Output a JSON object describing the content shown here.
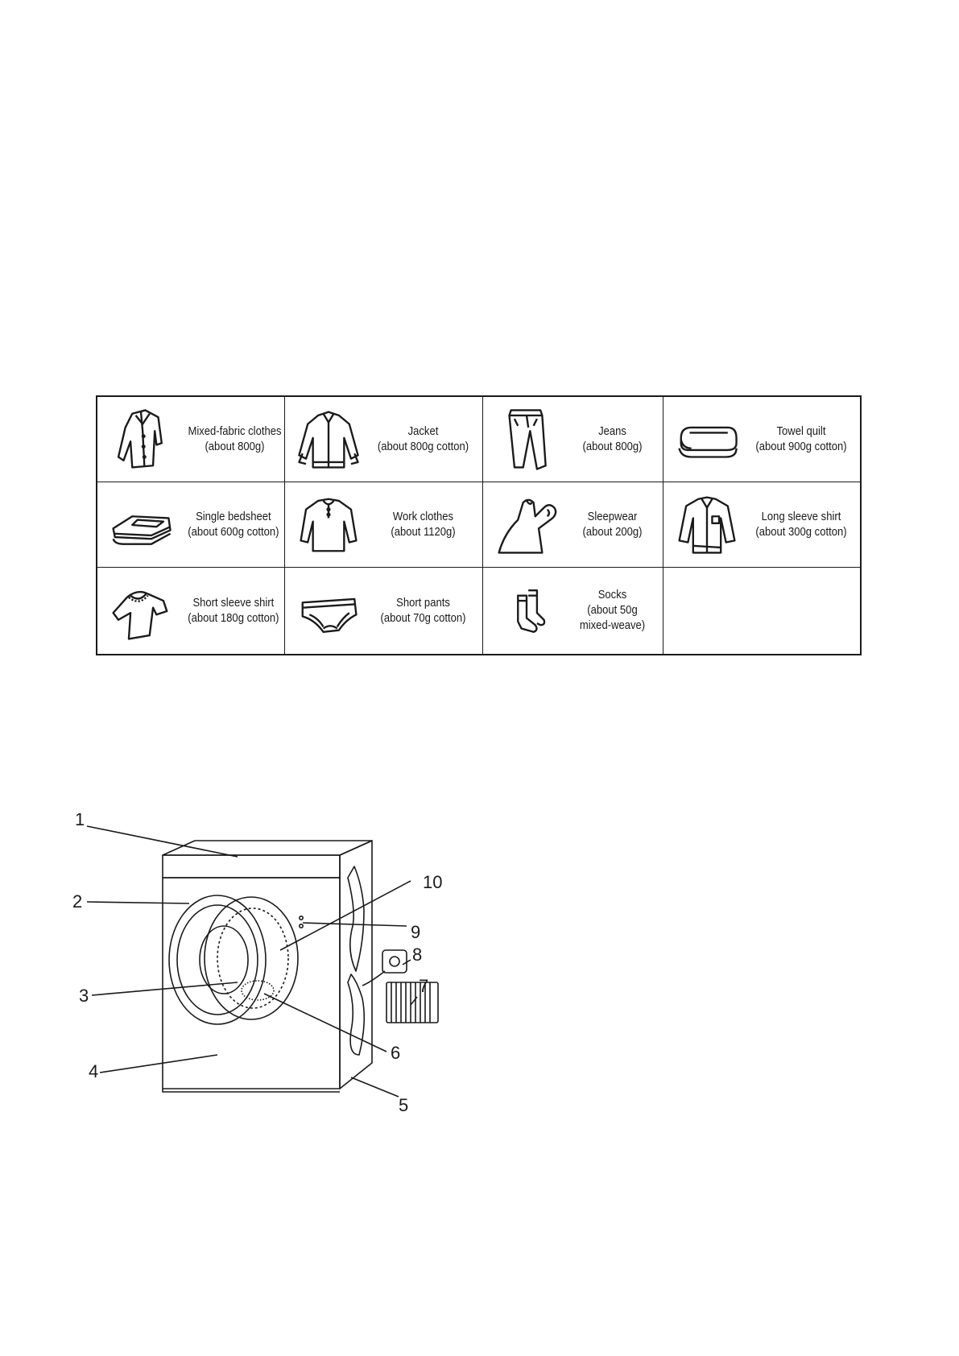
{
  "load_table": {
    "rows": [
      [
        {
          "icon": "mixed-fabric-clothes-icon",
          "lines": [
            "Mixed-fabric clothes",
            "(about 800g)"
          ]
        },
        {
          "icon": "jacket-icon",
          "lines": [
            "Jacket",
            "(about 800g cotton)"
          ]
        },
        {
          "icon": "jeans-icon",
          "lines": [
            "Jeans",
            "(about 800g)"
          ]
        },
        {
          "icon": "towel-quilt-icon",
          "lines": [
            "Towel quilt",
            "(about 900g cotton)"
          ]
        }
      ],
      [
        {
          "icon": "single-bedsheet-icon",
          "lines": [
            "Single bedsheet",
            "(about 600g cotton)"
          ]
        },
        {
          "icon": "work-clothes-icon",
          "lines": [
            "Work clothes",
            "(about 1120g)"
          ]
        },
        {
          "icon": "sleepwear-icon",
          "lines": [
            "Sleepwear",
            "(about 200g)"
          ]
        },
        {
          "icon": "long-sleeve-shirt-icon",
          "lines": [
            "Long sleeve shirt",
            "(about 300g cotton)"
          ]
        }
      ],
      [
        {
          "icon": "short-sleeve-shirt-icon",
          "lines": [
            "Short sleeve shirt",
            "(about 180g cotton)"
          ]
        },
        {
          "icon": "short-pants-icon",
          "lines": [
            "Short pants",
            "(about 70g cotton)"
          ]
        },
        {
          "icon": "socks-icon",
          "lines": [
            "Socks",
            "(about 50g",
            "mixed-weave)"
          ]
        },
        {
          "icon": "",
          "lines": []
        }
      ]
    ]
  },
  "diagram": {
    "callouts": [
      "1",
      "2",
      "3",
      "4",
      "5",
      "6",
      "7",
      "8",
      "9",
      "10"
    ]
  }
}
